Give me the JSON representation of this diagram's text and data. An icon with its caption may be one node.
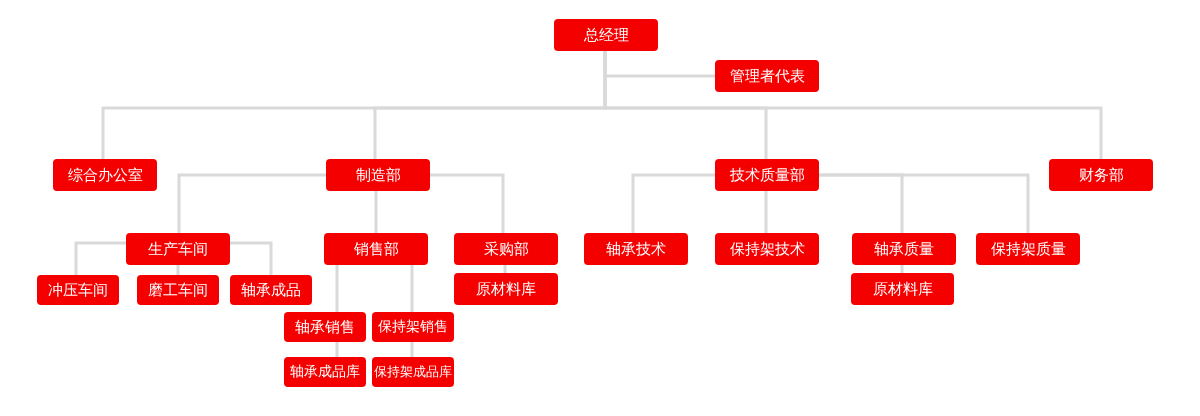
{
  "diagram": {
    "nodes": [
      {
        "text": [
          "总经理"
        ]
      },
      {
        "text": [
          "管理者代表"
        ]
      },
      {
        "text": [
          "综合办公室"
        ]
      },
      {
        "text": [
          "制造部"
        ]
      },
      {
        "text": [
          "技术质量部"
        ]
      },
      {
        "text": [
          "财务部"
        ]
      },
      {
        "text": [
          "生产车间"
        ]
      },
      {
        "text": [
          "冲压车间"
        ]
      },
      {
        "text": [
          "磨工车间"
        ]
      },
      {
        "text": [
          "轴承成品"
        ]
      },
      {
        "text": [
          "销售部"
        ]
      },
      {
        "text": [
          "轴承销售"
        ]
      },
      {
        "text": [
          "轴承成品库"
        ]
      },
      {
        "text": [
          "保持架销售"
        ]
      },
      {
        "text": [
          "保持架成品库"
        ]
      },
      {
        "text": [
          "采购部"
        ]
      },
      {
        "text": [
          "原材料库"
        ]
      },
      {
        "text": [
          "轴承技术"
        ]
      },
      {
        "text": [
          "保持架技术"
        ]
      },
      {
        "text": [
          "轴承质量"
        ]
      },
      {
        "text": [
          "原材料库"
        ]
      },
      {
        "text": [
          "保持架质量"
        ]
      }
    ],
    "edges": [
      {
        "from": 0,
        "to": 1,
        "arrow": "none"
      },
      {
        "from": 0,
        "to": 2,
        "arrow": "none"
      },
      {
        "from": 0,
        "to": 3,
        "arrow": "none"
      },
      {
        "from": 0,
        "to": 4,
        "arrow": "none"
      },
      {
        "from": 0,
        "to": 5,
        "arrow": "none"
      },
      {
        "from": 3,
        "to": 6,
        "arrow": "none"
      },
      {
        "from": 3,
        "to": 10,
        "arrow": "none"
      },
      {
        "from": 3,
        "to": 15,
        "arrow": "none"
      },
      {
        "from": 6,
        "to": 7,
        "arrow": "none"
      },
      {
        "from": 6,
        "to": 8,
        "arrow": "none"
      },
      {
        "from": 6,
        "to": 9,
        "arrow": "none"
      },
      {
        "from": 10,
        "to": 11,
        "arrow": "none"
      },
      {
        "from": 10,
        "to": 13,
        "arrow": "none"
      },
      {
        "from": 11,
        "to": 12,
        "arrow": "none"
      },
      {
        "from": 13,
        "to": 14,
        "arrow": "none"
      },
      {
        "from": 15,
        "to": 16,
        "arrow": "none"
      },
      {
        "from": 4,
        "to": 17,
        "arrow": "none"
      },
      {
        "from": 4,
        "to": 18,
        "arrow": "none"
      },
      {
        "from": 4,
        "to": 19,
        "arrow": "none"
      },
      {
        "from": 4,
        "to": 21,
        "arrow": "none"
      },
      {
        "from": 19,
        "to": 20,
        "arrow": "none"
      }
    ]
  }
}
